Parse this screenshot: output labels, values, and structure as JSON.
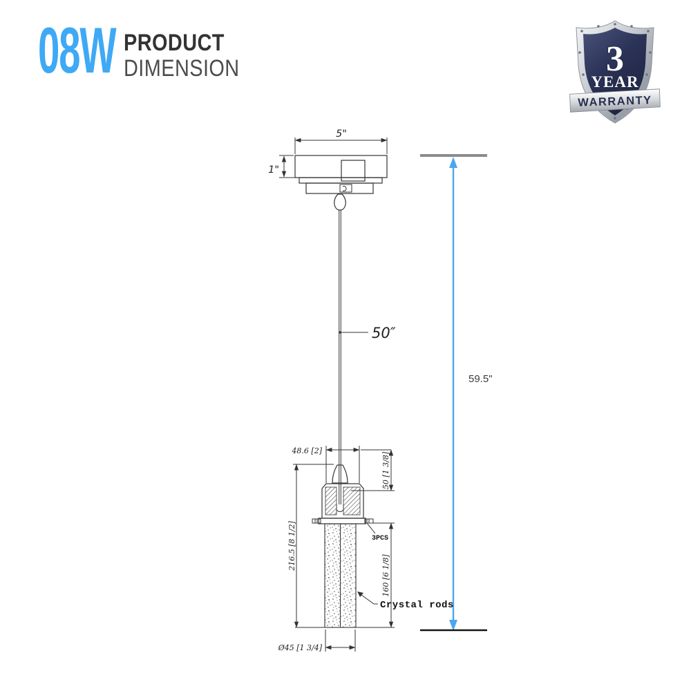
{
  "header": {
    "wattage": "08W",
    "title_line1": "PRODUCT",
    "title_line2": "DIMENSION"
  },
  "badge": {
    "years": "3",
    "year_label": "YEAR",
    "warranty_label": "WARRANTY"
  },
  "drawing": {
    "canopy_width": "5\"",
    "canopy_height": "1\"",
    "cord_length": "50″",
    "total_height": "59.5\"",
    "holder_width": "48.6 [2]",
    "holder_height": "50 [1 3/8]",
    "fixture_height": "216.5 [8 1/2]",
    "rod_length": "160 [6 1/8]",
    "rod_diameter": "Ø45 [1 3/4]",
    "pcs_label": "3PCS",
    "crystal_label": "Crystal rods"
  },
  "colors": {
    "accent_blue": "#3fa9f5",
    "dimension_blue": "#4ba6f0",
    "badge_navy": "#28304f",
    "line_dark": "#333333"
  }
}
